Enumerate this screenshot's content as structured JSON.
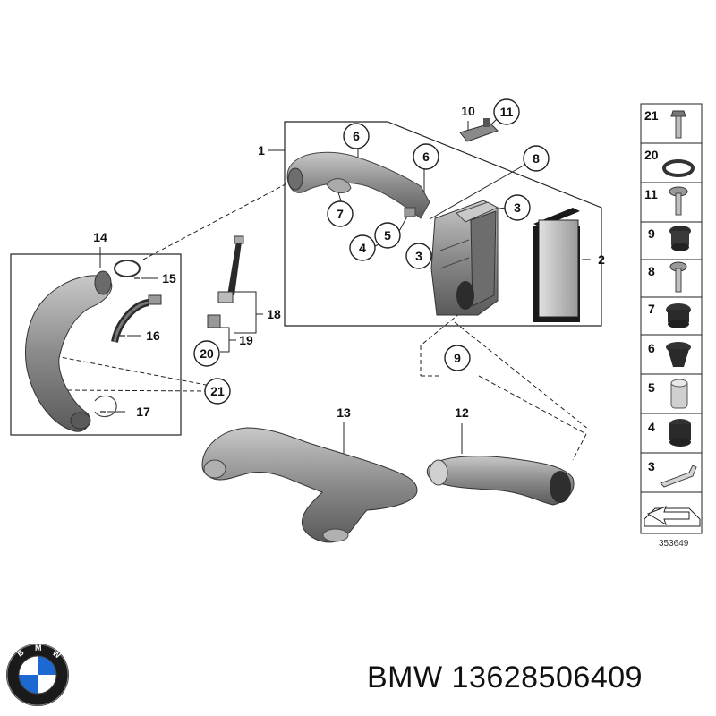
{
  "image_number": "353649",
  "footer": {
    "brand": "BMW",
    "part_number": "13628506409",
    "logo_letters": "BMW"
  },
  "callouts": {
    "c1": "1",
    "c2": "2",
    "c3a": "3",
    "c3b": "3",
    "c4": "4",
    "c5": "5",
    "c6a": "6",
    "c6b": "6",
    "c7": "7",
    "c8": "8",
    "c9": "9",
    "c10": "10",
    "c11": "11",
    "c12": "12",
    "c13": "13",
    "c14": "14",
    "c15": "15",
    "c16": "16",
    "c17": "17",
    "c18": "18",
    "c19": "19",
    "c20": "20",
    "c21": "21"
  },
  "legend": [
    "21",
    "20",
    "11",
    "9",
    "8",
    "7",
    "6",
    "5",
    "4",
    "3"
  ],
  "colors": {
    "part_fill": "#8c8c8c",
    "part_dark": "#555555",
    "line": "#222222"
  }
}
